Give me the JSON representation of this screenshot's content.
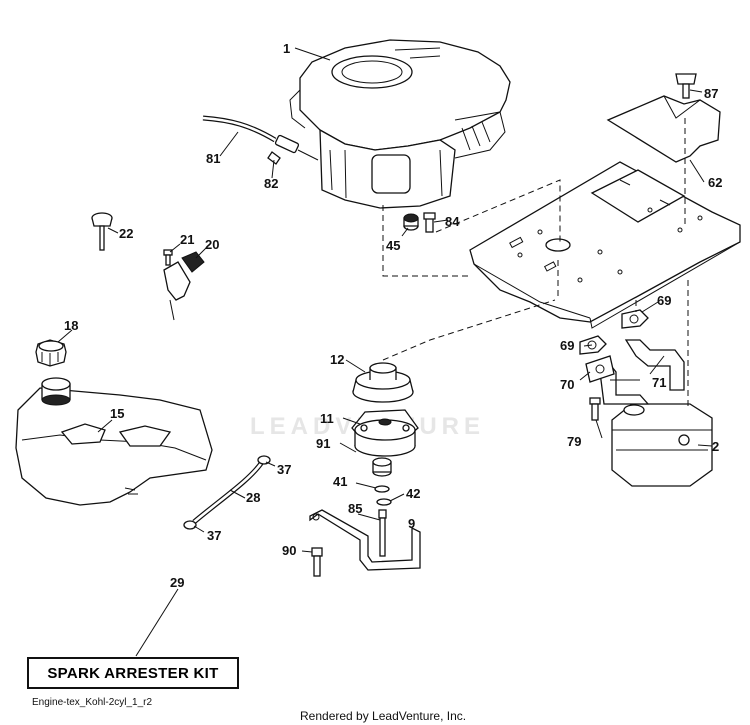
{
  "diagram": {
    "callouts": [
      {
        "id": "1",
        "label": "1"
      },
      {
        "id": "2",
        "label": "2"
      },
      {
        "id": "9",
        "label": "9"
      },
      {
        "id": "11",
        "label": "11"
      },
      {
        "id": "12",
        "label": "12"
      },
      {
        "id": "15",
        "label": "15"
      },
      {
        "id": "18",
        "label": "18"
      },
      {
        "id": "20",
        "label": "20"
      },
      {
        "id": "21",
        "label": "21"
      },
      {
        "id": "22",
        "label": "22"
      },
      {
        "id": "28",
        "label": "28"
      },
      {
        "id": "29",
        "label": "29"
      },
      {
        "id": "37a",
        "label": "37"
      },
      {
        "id": "37b",
        "label": "37"
      },
      {
        "id": "41",
        "label": "41"
      },
      {
        "id": "42",
        "label": "42"
      },
      {
        "id": "45",
        "label": "45"
      },
      {
        "id": "62",
        "label": "62"
      },
      {
        "id": "69a",
        "label": "69"
      },
      {
        "id": "69b",
        "label": "69"
      },
      {
        "id": "70",
        "label": "70"
      },
      {
        "id": "71",
        "label": "71"
      },
      {
        "id": "79",
        "label": "79"
      },
      {
        "id": "81",
        "label": "81"
      },
      {
        "id": "82",
        "label": "82"
      },
      {
        "id": "84",
        "label": "84"
      },
      {
        "id": "85",
        "label": "85"
      },
      {
        "id": "87",
        "label": "87"
      },
      {
        "id": "90",
        "label": "90"
      },
      {
        "id": "91",
        "label": "91"
      }
    ]
  },
  "kit_label": "SPARK ARRESTER KIT",
  "drawing_code": "Engine-tex_Kohl-2cyl_1_r2",
  "rendered_by": "Rendered by LeadVenture, Inc.",
  "watermark": "LEADVENTURE"
}
